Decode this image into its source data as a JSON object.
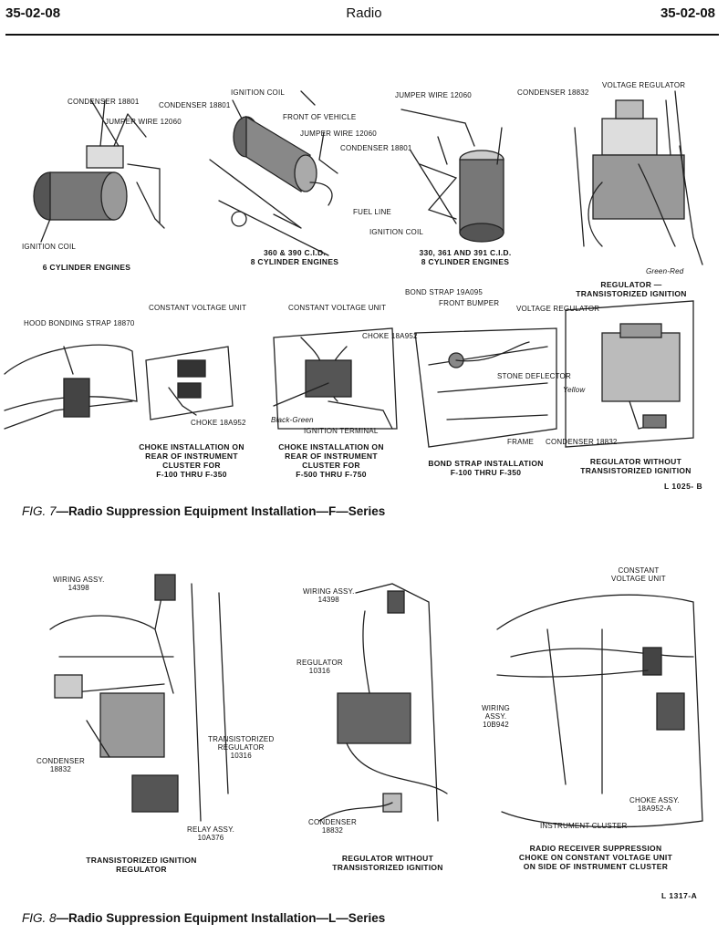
{
  "header": {
    "section_left": "35-02-08",
    "title": "Radio",
    "section_right": "35-02-08"
  },
  "fig7": {
    "labels": {
      "cond_a": "CONDENSER 18801",
      "jumper_a": "JUMPER WIRE 12060",
      "ign_coil_a": "IGNITION COIL",
      "ign_coil_b": "IGNITION COIL",
      "cond_b": "CONDENSER 18801",
      "front_vehicle": "FRONT OF VEHICLE",
      "jumper_b": "JUMPER WIRE 12060",
      "jumper_c": "JUMPER WIRE 12060",
      "cond_c": "CONDENSER 18801",
      "fuel_line": "FUEL LINE",
      "ign_coil_c": "IGNITION COIL",
      "cond_d": "CONDENSER 18832",
      "volt_reg_a": "VOLTAGE REGULATOR",
      "green_red": "Green-Red",
      "hood_strap": "HOOD BONDING STRAP 18870",
      "cvu_a": "CONSTANT VOLTAGE UNIT",
      "choke_a": "CHOKE 18A952",
      "cvu_b": "CONSTANT VOLTAGE UNIT",
      "choke_b": "CHOKE 18A952",
      "black_green": "Black-Green",
      "ign_terminal": "IGNITION TERMINAL",
      "bond_strap": "BOND STRAP 19A095",
      "front_bumper": "FRONT BUMPER",
      "volt_reg_b": "VOLTAGE REGULATOR",
      "stone_deflector": "STONE DEFLECTOR",
      "frame": "FRAME",
      "yellow": "Yellow",
      "cond_e": "CONDENSER 18832"
    },
    "captions": {
      "six_cyl": "6 CYLINDER ENGINES",
      "v8_360": "360 & 390 C.I.D.\n8 CYLINDER ENGINES",
      "v8_330": "330, 361 AND 391 C.I.D.\n8 CYLINDER ENGINES",
      "reg_trans": "REGULATOR —\nTRANSISTORIZED IGNITION",
      "choke_f100": "CHOKE INSTALLATION ON\nREAR OF INSTRUMENT\nCLUSTER FOR\nF-100 THRU F-350",
      "choke_f500": "CHOKE INSTALLATION ON\nREAR OF INSTRUMENT\nCLUSTER FOR\nF-500 THRU F-750",
      "bond_strap": "BOND STRAP INSTALLATION\nF-100 THRU F-350",
      "reg_without": "REGULATOR WITHOUT\nTRANSISTORIZED IGNITION"
    },
    "code": "L 1025- B",
    "fig_label": "FIG. 7",
    "title": "—Radio Suppression Equipment Installation—F—Series"
  },
  "fig8": {
    "labels": {
      "wiring_a": "WIRING ASSY.\n14398",
      "condenser_a": "CONDENSER\n18832",
      "trans_reg": "TRANSISTORIZED\nREGULATOR\n10316",
      "relay": "RELAY ASSY.\n10A376",
      "wiring_b": "WIRING ASSY.\n14398",
      "regulator": "REGULATOR\n10316",
      "condenser_b": "CONDENSER\n18832",
      "cvu": "CONSTANT\nVOLTAGE UNIT",
      "wiring_c": "WIRING\nASSY.\n10B942",
      "inst_cluster": "INSTRUMENT CLUSTER",
      "choke_assy": "CHOKE ASSY.\n18A952-A"
    },
    "captions": {
      "trans_ign": "TRANSISTORIZED IGNITION\nREGULATOR",
      "reg_without": "REGULATOR WITHOUT\nTRANSISTORIZED IGNITION",
      "radio_choke": "RADIO RECEIVER SUPPRESSION\nCHOKE ON CONSTANT VOLTAGE UNIT\nON SIDE OF INSTRUMENT CLUSTER"
    },
    "code": "L 1317-A",
    "fig_label": "FIG. 8",
    "title": "—Radio Suppression Equipment Installation—L—Series"
  }
}
